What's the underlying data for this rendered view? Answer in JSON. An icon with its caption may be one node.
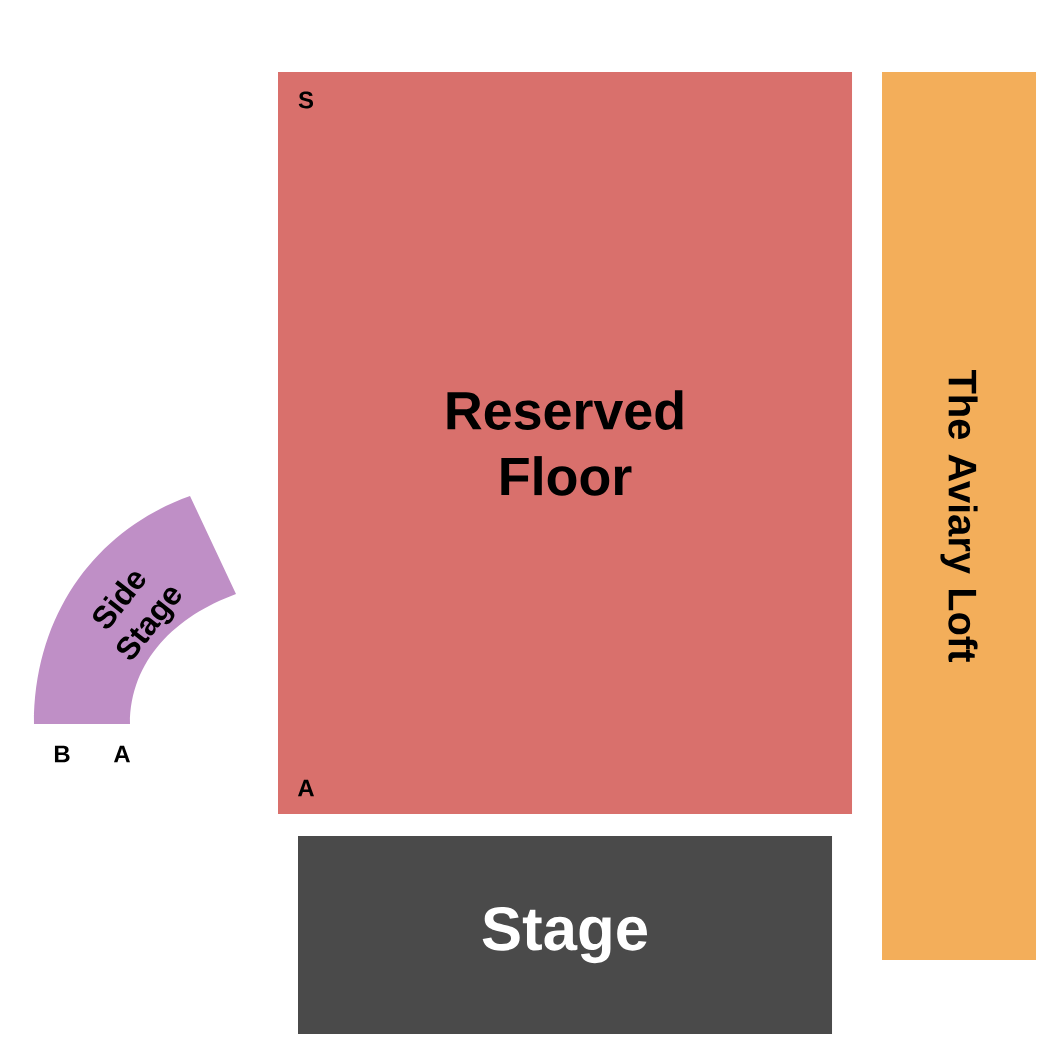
{
  "diagram": {
    "nodes": [
      {
        "text": [
          "Reserved Floor"
        ]
      },
      {
        "text": [
          "The Aviary Loft"
        ]
      },
      {
        "text": [
          "Stage"
        ]
      },
      {
        "text": [
          "Side Stage"
        ]
      }
    ],
    "labels": [
      "S",
      "A",
      "B",
      "A"
    ]
  }
}
